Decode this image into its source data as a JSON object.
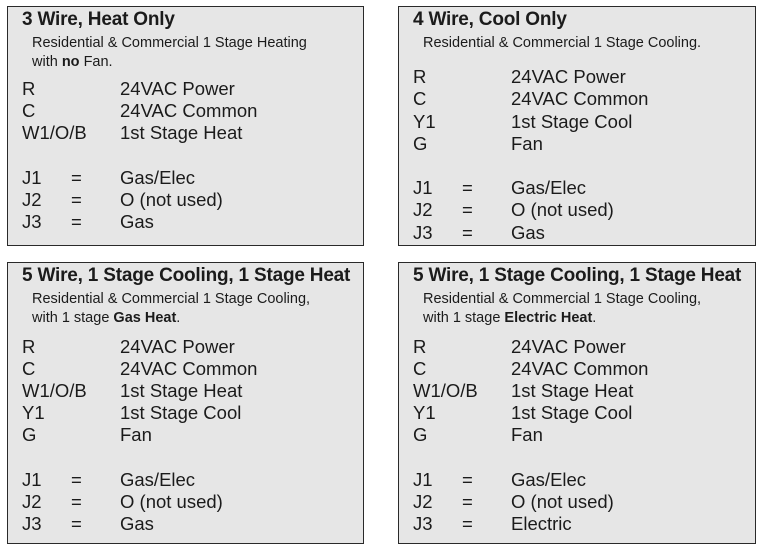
{
  "panels": [
    {
      "title": "3 Wire, Heat Only",
      "desc1": "Residential & Commercial 1 Stage Heating",
      "desc2_pre": "with ",
      "desc2_bold": "no",
      "desc2_post": " Fan.",
      "terminals": [
        {
          "label": "R",
          "value": "24VAC Power"
        },
        {
          "label": "C",
          "value": "24VAC Common"
        },
        {
          "label": "W1/O/B",
          "value": "1st Stage Heat"
        }
      ],
      "jumpers": [
        {
          "label": "J1",
          "eq": "=",
          "value": "Gas/Elec"
        },
        {
          "label": "J2",
          "eq": "=",
          "value": "O (not used)"
        },
        {
          "label": "J3",
          "eq": "=",
          "value": "Gas"
        }
      ]
    },
    {
      "title": "4 Wire, Cool Only",
      "desc1": "Residential & Commercial 1 Stage Cooling.",
      "terminals": [
        {
          "label": "R",
          "value": "24VAC Power"
        },
        {
          "label": "C",
          "value": "24VAC Common"
        },
        {
          "label": "Y1",
          "value": "1st Stage Cool"
        },
        {
          "label": "G",
          "value": "Fan"
        }
      ],
      "jumpers": [
        {
          "label": "J1",
          "eq": "=",
          "value": "Gas/Elec"
        },
        {
          "label": "J2",
          "eq": "=",
          "value": "O (not used)"
        },
        {
          "label": "J3",
          "eq": "=",
          "value": "Gas"
        }
      ]
    },
    {
      "title": "5 Wire, 1 Stage Cooling, 1 Stage Heat",
      "desc1": "Residential & Commercial 1 Stage Cooling,",
      "desc2_pre": "with 1 stage ",
      "desc2_bold": "Gas Heat",
      "desc2_post": ".",
      "terminals": [
        {
          "label": "R",
          "value": "24VAC Power"
        },
        {
          "label": "C",
          "value": "24VAC Common"
        },
        {
          "label": "W1/O/B",
          "value": "1st Stage Heat"
        },
        {
          "label": "Y1",
          "value": "1st Stage Cool"
        },
        {
          "label": "G",
          "value": "Fan"
        }
      ],
      "jumpers": [
        {
          "label": "J1",
          "eq": "=",
          "value": "Gas/Elec"
        },
        {
          "label": "J2",
          "eq": "=",
          "value": "O (not used)"
        },
        {
          "label": "J3",
          "eq": "=",
          "value": "Gas"
        }
      ]
    },
    {
      "title": "5 Wire, 1 Stage Cooling, 1 Stage Heat",
      "desc1": "Residential & Commercial 1 Stage Cooling,",
      "desc2_pre": "with 1 stage ",
      "desc2_bold": "Electric Heat",
      "desc2_post": ".",
      "terminals": [
        {
          "label": "R",
          "value": "24VAC Power"
        },
        {
          "label": "C",
          "value": "24VAC Common"
        },
        {
          "label": "W1/O/B",
          "value": "1st Stage Heat"
        },
        {
          "label": "Y1",
          "value": "1st Stage Cool"
        },
        {
          "label": "G",
          "value": "Fan"
        }
      ],
      "jumpers": [
        {
          "label": "J1",
          "eq": "=",
          "value": "Gas/Elec"
        },
        {
          "label": "J2",
          "eq": "=",
          "value": "O (not used)"
        },
        {
          "label": "J3",
          "eq": "=",
          "value": "Electric"
        }
      ]
    }
  ]
}
